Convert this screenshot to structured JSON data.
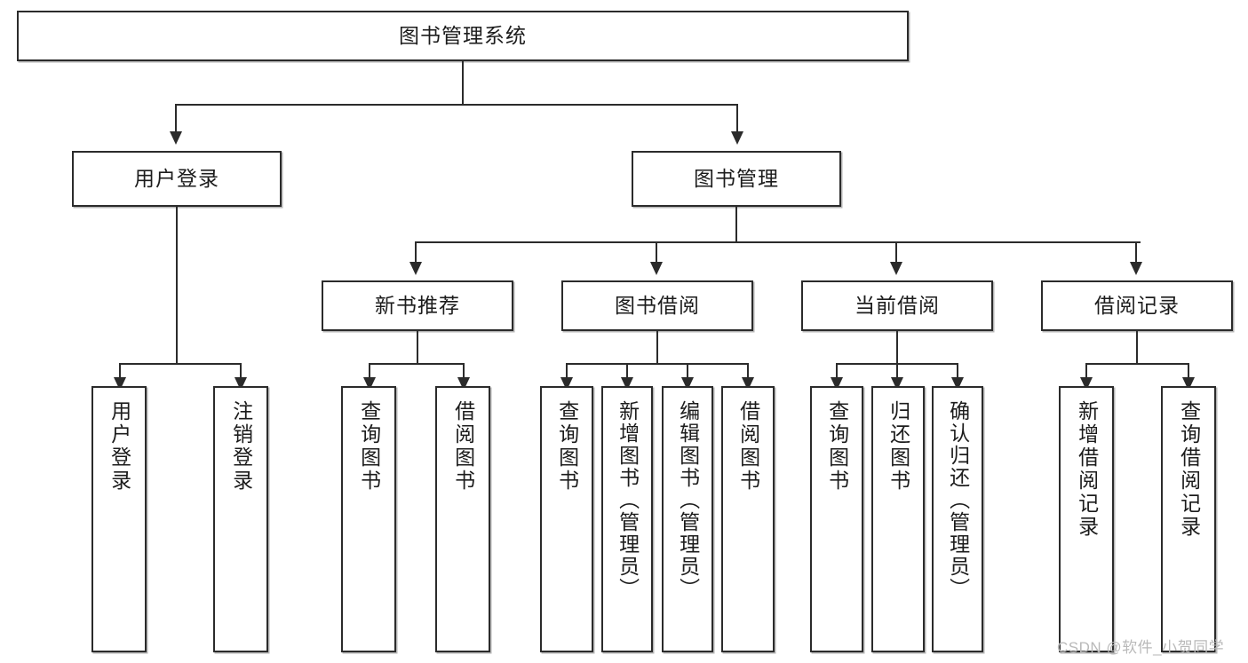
{
  "diagram": {
    "type": "tree-hierarchy",
    "title": "图书管理系统",
    "levels": 4,
    "root": {
      "label": "图书管理系统"
    },
    "level2": [
      {
        "label": "用户登录"
      },
      {
        "label": "图书管理"
      }
    ],
    "level3": [
      {
        "label": "新书推荐"
      },
      {
        "label": "图书借阅"
      },
      {
        "label": "当前借阅"
      },
      {
        "label": "借阅记录"
      }
    ],
    "leaves": {
      "user_login": [
        {
          "label": "用户登录"
        },
        {
          "label": "注销登录"
        }
      ],
      "new_book_recommend": [
        {
          "label": "查询图书"
        },
        {
          "label": "借阅图书"
        }
      ],
      "book_borrow": [
        {
          "label": "查询图书"
        },
        {
          "label": "新增图书（管理员）"
        },
        {
          "label": "编辑图书（管理员）"
        },
        {
          "label": "借阅图书"
        }
      ],
      "current_borrow": [
        {
          "label": "查询图书"
        },
        {
          "label": "归还图书"
        },
        {
          "label": "确认归还（管理员）"
        }
      ],
      "borrow_record": [
        {
          "label": "新增借阅记录"
        },
        {
          "label": "查询借阅记录"
        }
      ]
    }
  },
  "watermark": {
    "text": "CSDN @软件_小贺同学"
  },
  "colors": {
    "stroke": "#2b2b2b",
    "background": "#ffffff",
    "text": "#1c1c1c",
    "watermark": "#b9b9b9"
  }
}
